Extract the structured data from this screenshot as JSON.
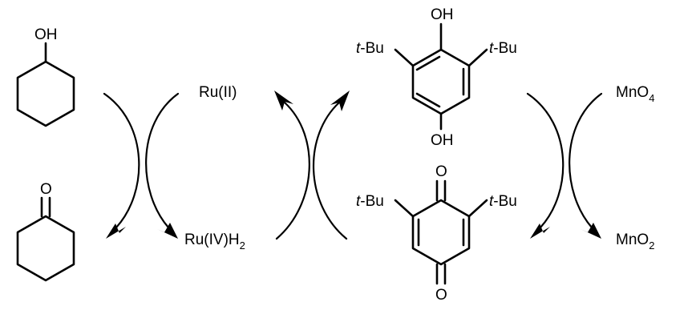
{
  "cyclohexanol": {
    "oh": "OH"
  },
  "cyclohexanone": {
    "o": "O"
  },
  "ruthenium": {
    "ru2": "Ru(II)",
    "ru4_main": "Ru(IV)H",
    "ru4_sub": "2"
  },
  "hydroquinone": {
    "oh_top": "OH",
    "oh_bottom": "OH",
    "tbu_left_t": "t",
    "tbu_left_rest": "-Bu",
    "tbu_right_t": "t",
    "tbu_right_rest": "-Bu"
  },
  "quinone": {
    "o_top": "O",
    "o_bottom": "O",
    "tbu_left_t": "t",
    "tbu_left_rest": "-Bu",
    "tbu_right_t": "t",
    "tbu_right_rest": "-Bu"
  },
  "manganese": {
    "mno4_main": "MnO",
    "mno4_sub": "4",
    "mno2_main": "MnO",
    "mno2_sub": "2"
  }
}
